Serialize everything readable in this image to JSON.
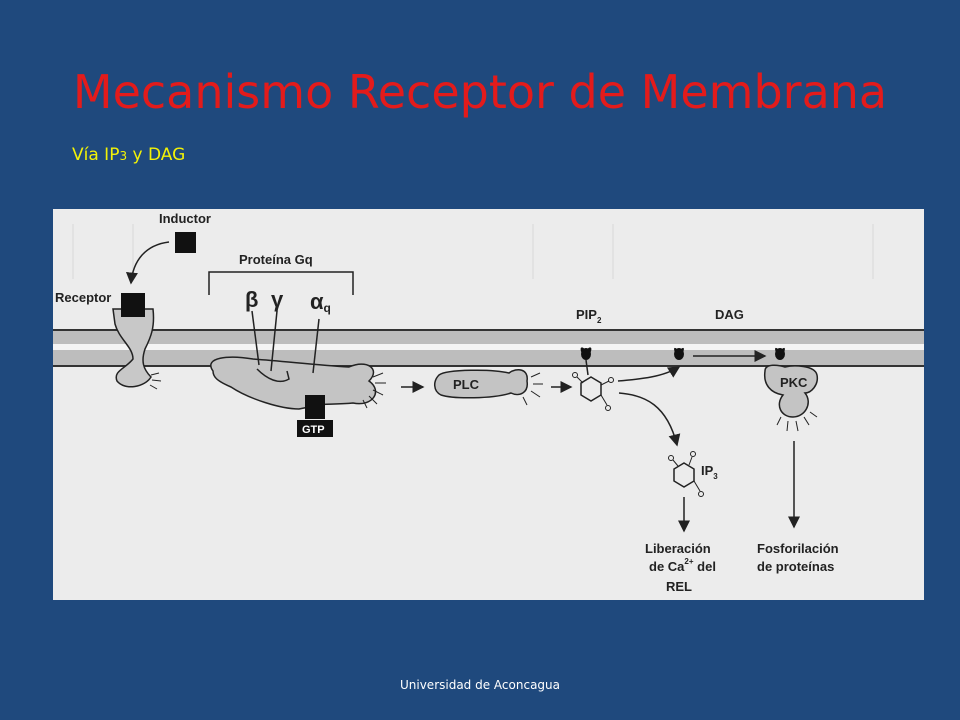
{
  "slide": {
    "title": "Mecanismo Receptor de Membrana",
    "subtitle_prefix": "Vía IP",
    "subtitle_sub": "3",
    "subtitle_suffix": " y DAG",
    "footer": "Universidad de Aconcagua"
  },
  "diagram": {
    "inductor": "Inductor",
    "receptor": "Receptor",
    "protein": "Proteína Gq",
    "beta": "β",
    "gamma": "γ",
    "alpha": "α",
    "alpha_sub": "q",
    "gtp": "GTP",
    "plc": "PLC",
    "pip2": "PIP",
    "pip2_sub": "2",
    "dag": "DAG",
    "pkc": "PKC",
    "ip3": "IP",
    "ip3_sub": "3",
    "release_line1": "Liberación",
    "release_line2_a": "de Ca",
    "release_sup": "2+",
    "release_line2_b": " del",
    "release_line3": "REL",
    "phos_line1": "Fosforilación",
    "phos_line2": "de proteínas"
  },
  "colors": {
    "background": "#1f497d",
    "title": "#e31b1b",
    "subtitle": "#f2f207",
    "panel": "#ececec"
  }
}
